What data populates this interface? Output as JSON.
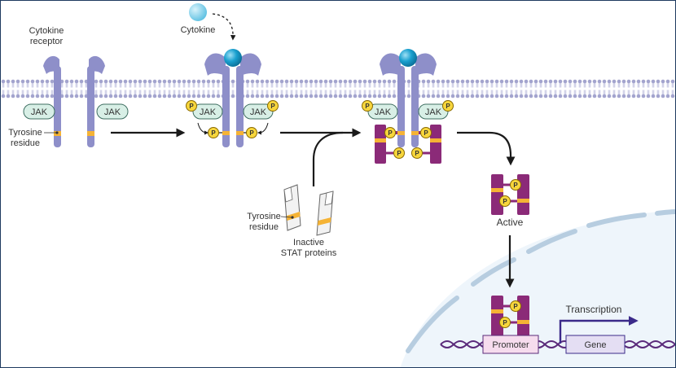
{
  "labels": {
    "cytokine_receptor_line1": "Cytokine",
    "cytokine_receptor_line2": "receptor",
    "cytokine": "Cytokine",
    "jak": "JAK",
    "phospho": "P",
    "tyrosine_residue_line1": "Tyrosine",
    "tyrosine_residue_line2": "residue",
    "inactive_stat_line1": "Inactive",
    "inactive_stat_line2": "STAT proteins",
    "active": "Active",
    "transcription": "Transcription",
    "promoter": "Promoter",
    "gene": "Gene"
  },
  "colors": {
    "receptor": "#8e8fc9",
    "receptor_dark": "#6a6aa6",
    "jak_fill": "#d8efe6",
    "jak_stroke": "#3f6f62",
    "cytokine": "#1aa0cf",
    "phospho": "#f7d63c",
    "tyrosine": "#f5b335",
    "stat": "#8b2a78",
    "membrane": "#a3a4ce",
    "nucleus": "#eef5fb",
    "nucleus_border": "#b7cde0",
    "dna": "#5a2a7a",
    "promoter_fill": "#f6dcee",
    "gene_fill": "#e4def3",
    "arrow": "#1a1a1a"
  },
  "icons": {
    "arrow": "arrow-icon",
    "cytokine": "cytokine-sphere-icon",
    "receptor": "receptor-icon",
    "phosphate": "phosphate-icon",
    "stat_dimer": "stat-dimer-icon"
  }
}
